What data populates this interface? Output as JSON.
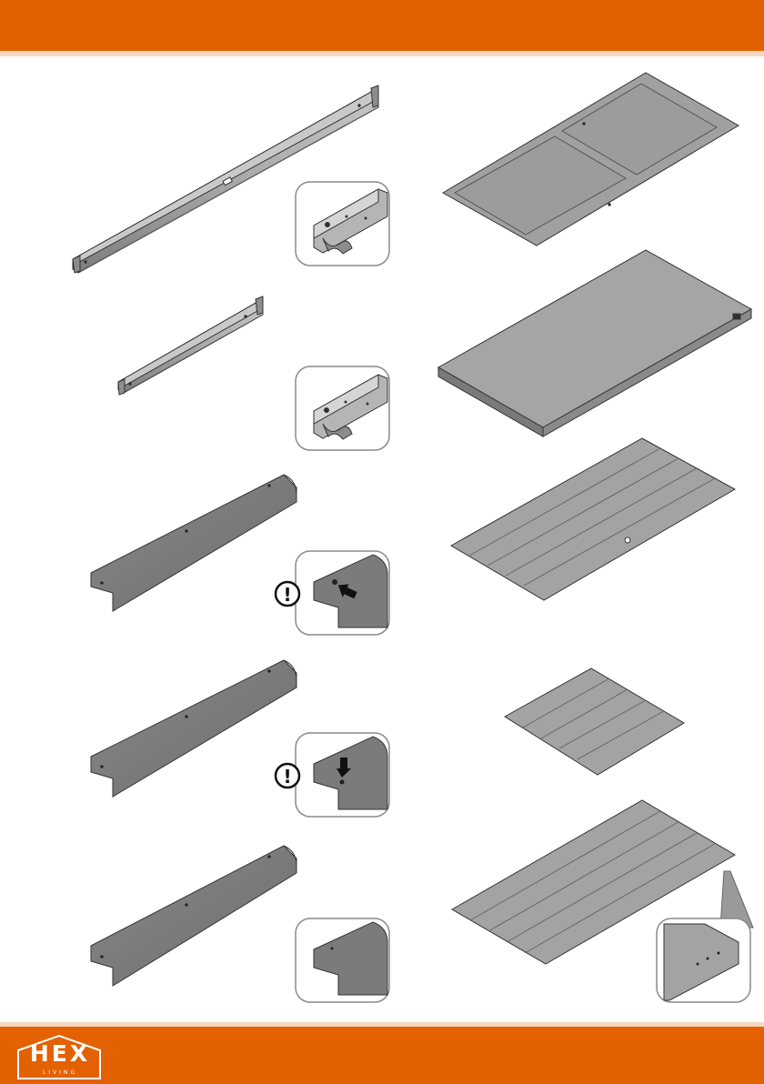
{
  "page": {
    "header_color": "#e36100",
    "accent_light": "#f6d7be",
    "part_gray": "#9a9a9a"
  },
  "logo": {
    "mark": "HEX",
    "subtitle": "LIVING",
    "icon": "house-roof-outline-icon"
  },
  "parts": [
    {
      "name": "long-rail",
      "detail_icon": "rail-end-detail"
    },
    {
      "name": "short-rail",
      "detail_icon": "rail-end-detail"
    },
    {
      "name": "corner-profile-a",
      "detail_icon": "warning-icon",
      "callout": "!"
    },
    {
      "name": "corner-profile-b",
      "detail_icon": "warning-icon",
      "callout": "!"
    },
    {
      "name": "corner-profile-c",
      "detail_icon": "profile-end-detail"
    },
    {
      "name": "embossed-panel",
      "detail_icon": ""
    },
    {
      "name": "flat-board",
      "detail_icon": ""
    },
    {
      "name": "ribbed-floor-large",
      "detail_icon": ""
    },
    {
      "name": "ribbed-floor-small",
      "detail_icon": ""
    },
    {
      "name": "ribbed-floor-perforated",
      "detail_icon": "edge-detail"
    }
  ]
}
